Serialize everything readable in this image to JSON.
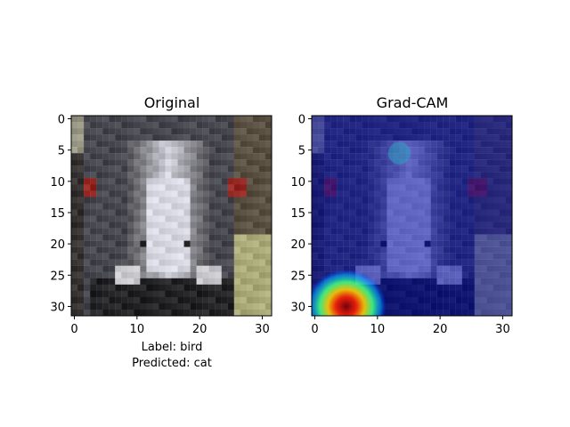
{
  "chart_data": [
    {
      "type": "heatmap",
      "title": "Original",
      "x_ticks": [
        0,
        10,
        20,
        30
      ],
      "y_ticks": [
        0,
        5,
        10,
        15,
        20,
        25,
        30
      ],
      "xlim": [
        -0.5,
        31.5
      ],
      "ylim": [
        31.5,
        -0.5
      ],
      "image_size": [
        32,
        32
      ],
      "content": "photo-emu-face-pixelated",
      "caption": [
        "Label: bird",
        "Predicted: cat"
      ],
      "grid": false
    },
    {
      "type": "heatmap",
      "title": "Grad-CAM",
      "x_ticks": [
        0,
        10,
        20,
        30
      ],
      "y_ticks": [
        0,
        5,
        10,
        15,
        20,
        25,
        30
      ],
      "xlim": [
        -0.5,
        31.5
      ],
      "ylim": [
        31.5,
        -0.5
      ],
      "image_size": [
        32,
        32
      ],
      "content": "gradcam-jet-overlay",
      "colormap": "jet",
      "hotspot": {
        "x": 5,
        "y": 30
      },
      "grid": false
    }
  ]
}
